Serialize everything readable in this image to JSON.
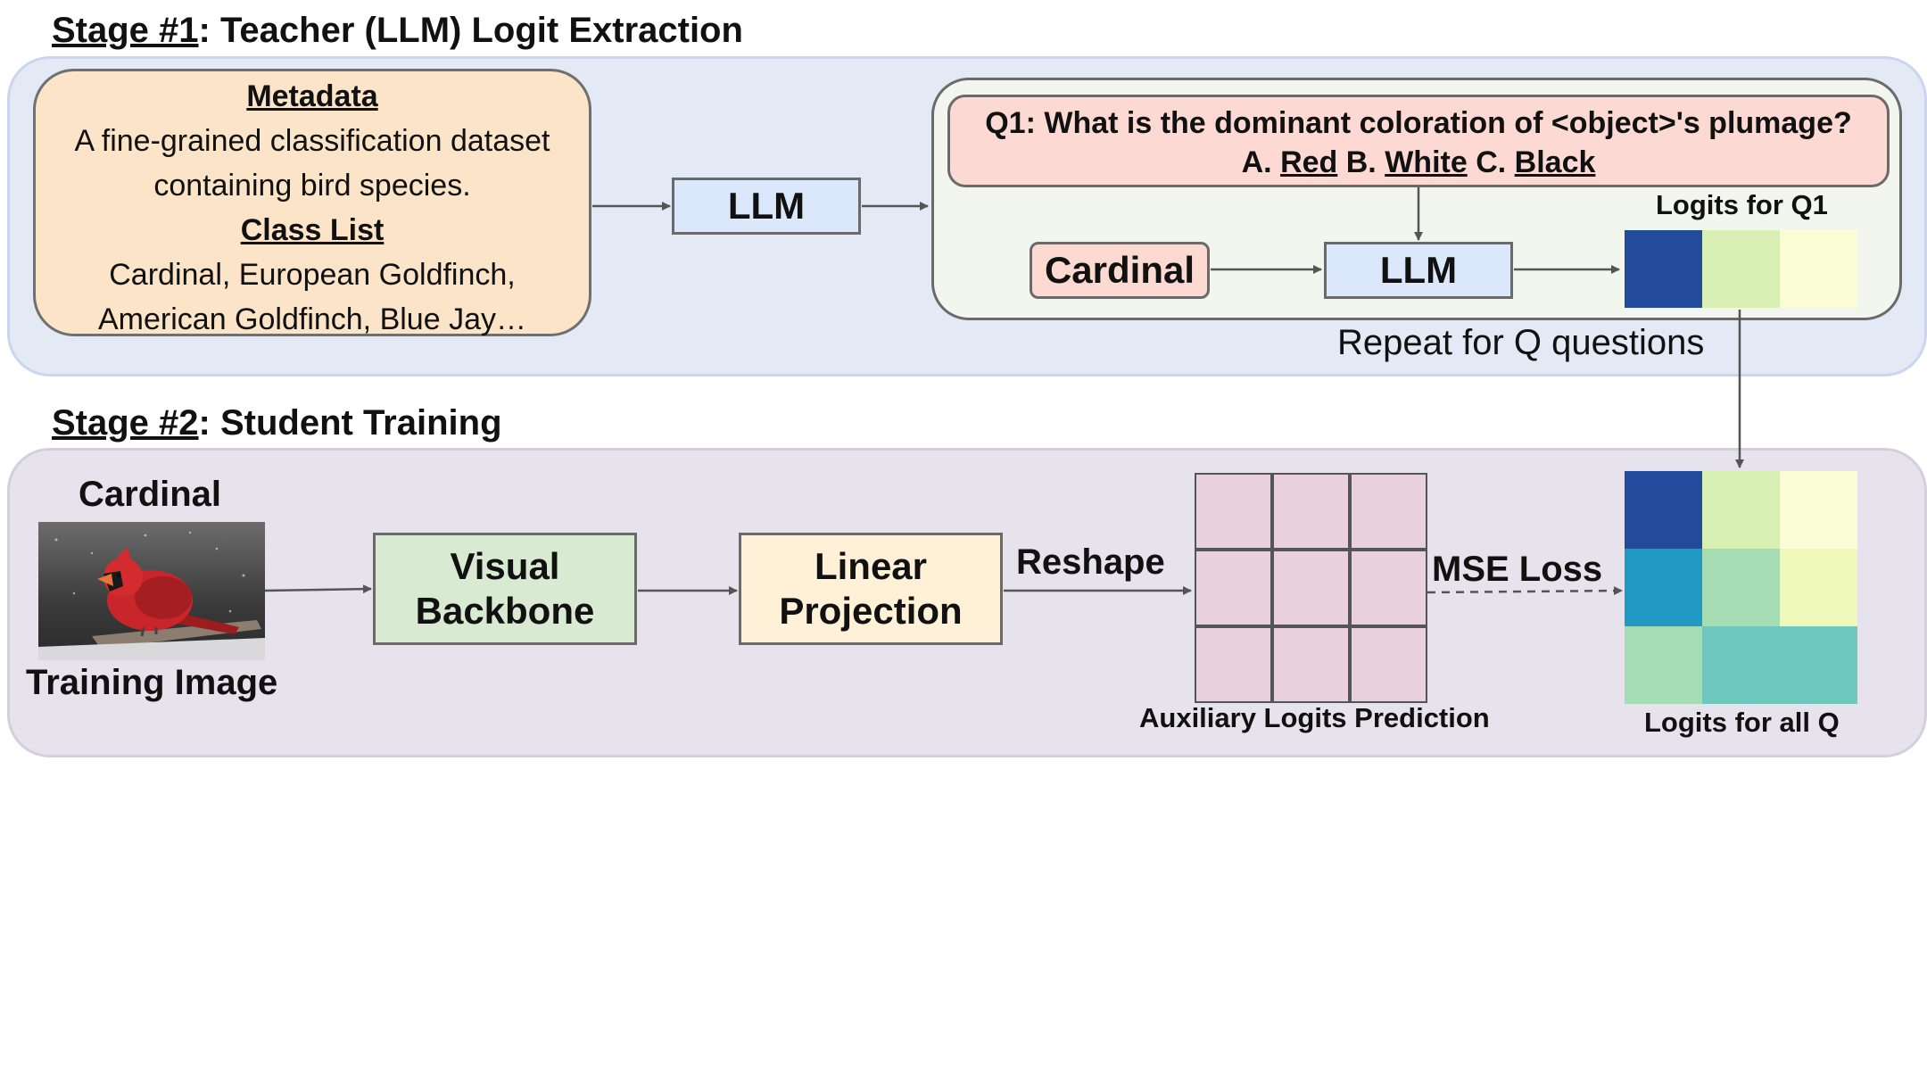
{
  "stage1": {
    "title_prefix": "Stage #1",
    "title_suffix": ": Teacher (LLM) Logit Extraction",
    "metadata": {
      "heading": "Metadata",
      "line1": "A fine-grained classification dataset",
      "line2": "containing bird species.",
      "class_list_heading": "Class List",
      "class_line1": "Cardinal, European Goldfinch,",
      "class_line2": "American Goldfinch, Blue Jay…"
    },
    "llm_label": "LLM",
    "question": {
      "line1": "Q1: What is the dominant coloration of <object>'s plumage?",
      "opt_a_prefix": "A. ",
      "opt_a": "Red",
      "opt_b_prefix": " B. ",
      "opt_b": "White",
      "opt_c_prefix": " C. ",
      "opt_c": "Black"
    },
    "cardinal_label": "Cardinal",
    "llm2_label": "LLM",
    "logits_q1_label": "Logits for Q1",
    "logits_q1_colors": [
      "#234b9c",
      "#d8efb3",
      "#fbfdd6"
    ],
    "repeat_label": "Repeat for Q questions"
  },
  "stage2": {
    "title_prefix": "Stage #2",
    "title_suffix": ": Student Training",
    "cardinal_label": "Cardinal",
    "training_image_label": "Training Image",
    "visual_backbone_line1": "Visual",
    "visual_backbone_line2": "Backbone",
    "linear_projection_line1": "Linear",
    "linear_projection_line2": "Projection",
    "reshape_label": "Reshape",
    "aux_label": "Auxiliary Logits Prediction",
    "mse_label": "MSE Loss",
    "logits_all_label": "Logits for all Q",
    "logits_all_colors": [
      [
        "#234b9c",
        "#d8efb3",
        "#fbfdd6"
      ],
      [
        "#2299c4",
        "#a6dcb3",
        "#eef8b8"
      ],
      [
        "#a6dcb3",
        "#70c7bd",
        "#70c7bd"
      ]
    ]
  }
}
